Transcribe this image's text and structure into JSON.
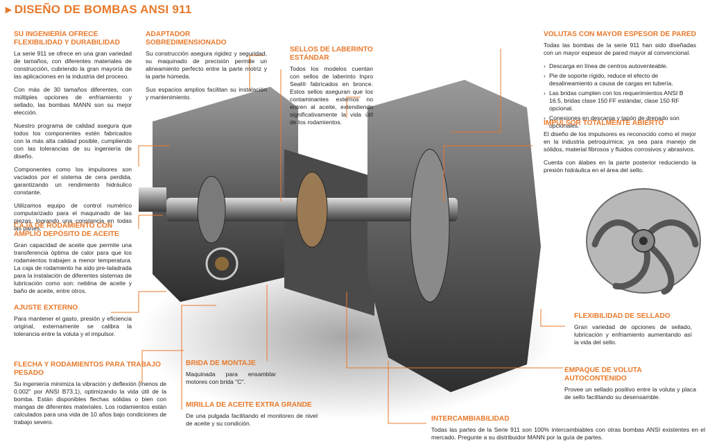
{
  "title": "DISEÑO DE BOMBAS ANSI 911",
  "colors": {
    "accent": "#e8792b",
    "text": "#222222",
    "pump_metal": "#6b6b6b"
  },
  "icons": {
    "title_marker": "chevron-right-icon"
  },
  "sections": {
    "ingenieria": {
      "head": "SU INGENIERÍA OFRECE FLEXIBILIDAD Y DURABILIDAD",
      "p1": "La serie 911 se ofrece en una gran variedad de tamaños, con diferentes materiales de construcción, cubriendo la gran mayoría de las aplicaciones en la industria del proceso.",
      "p2": "Con más de 30 tamaños diferentes, con múltiples opciones de enfriamiento y sellado, las bombas MANN son su mejor elección.",
      "p3": "Nuestro programa de calidad asegura que todos los componentes estén fabricados con la más alta calidad posible, cumpliendo con las tolerancias de su ingeniería de diseño.",
      "p4": "Componentes como los impulsores son vaciados por el sistema de cera perdida, garantizando un rendimiento hidráulico constante.",
      "p5": "Utilizamos equipo de control numérico computarizado para el maquinado de las piezas, logrando una constancia en todas las partes."
    },
    "caja": {
      "head": "CAJA DE RODAMIENTO CON AMPLIO DEPÓSITO DE ACEITE",
      "p1": "Gran capacidad de aceite que permite una transferencia óptima de calor para que los rodamientos trabajen a menor temperatura. La caja de rodamiento ha sido pre-taladrada para la instalación de diferentes sistemas de lubricación como son: neblina de aceite y baño de aceite, entre otros."
    },
    "ajuste": {
      "head": "AJUSTE EXTERNO",
      "p1": "Para mantener el gasto, presión y eficiencia original, externamente se calibra la tolerancia entre la voluta y el impulsor."
    },
    "flecha": {
      "head": "FLECHA Y RODAMIENTOS PARA TRABAJO PESADO",
      "p1": "Su ingeniería minimiza la vibración y deflexión (menos de 0.002\" por ANSI B73.1), optimizando la vida útil de la bomba. Están disponibles flechas sólidas o bien con mangas de diferentes materiales. Los rodamientos están calculados para una vida de 10 años bajo condiciones de trabajo severo."
    },
    "adaptador": {
      "head": "ADAPTADOR SOBREDIMENSIONADO",
      "p1": "Su construcción asegura rigidez y seguridad, su maquinado de precisión permite un alineamiento perfecto entre la parte motriz y la parte húmeda.",
      "p2": "Sus espacios amplios facilitan su instalación y mantenimiento."
    },
    "sellos": {
      "head": "SELLOS DE LABERINTO ESTÁNDAR",
      "p1": "Todos los modelos cuentan con sellos de laberinto Inpro Seal® fabricados en bronce. Estos sellos aseguran que los contaminantes externos no entren al aceite, extendiendo significativamente la vida útil de los rodamientos."
    },
    "voluta": {
      "head": "VOLUTAS CON MAYOR ESPESOR DE PARED",
      "p1": "Todas las bombas de la serie 911 han sido diseñadas con un mayor espesor de pared mayor al convencional.",
      "bullets": [
        "Descarga en línea de centros autoventeable.",
        "Pie de soporte rígido, reduce el efecto de desalineamiento a causa de cargas en tubería.",
        "Las bridas cumplen con los requerimientos ANSI B 16.5, bridas clase 150 FF estándar, clase 150 RF opcional.",
        "Conexiones en descarga y tapón de drenado son opcionales."
      ]
    },
    "impulsor": {
      "head": "IMPULSOR TOTALMENTE ABIERTO",
      "p1": "El diseño de los impulsores es reconocido como el mejor en la industria petroquímica; ya sea para manejo de sólidos, material fibrosos y fluidos corrosivos y abrasivos.",
      "p2": "Cuenta con álabes en la parte posterior reduciendo la presión hidráulica en el área del sello."
    },
    "flexibilidad": {
      "head": "FLEXIBILIDAD DE SELLADO",
      "p1": "Gran variedad de opciones de sellado, lubricación y enfriamiento aumentando así la vida del sello."
    },
    "empaque": {
      "head": "EMPAQUE DE VOLUTA AUTOCONTENIDO",
      "p1": "Provee un sellado positivo entre la voluta y placa de sello facilitando su desensamble."
    },
    "brida": {
      "head": "BRIDA DE MONTAJE",
      "p1": "Maquinada para ensamblar motores con brida \"C\"."
    },
    "mirilla": {
      "head": "MIRILLA DE ACEITE EXTRA GRANDE",
      "p1": "De una pulgada facilitando el monitoreo de nivel de aceite y su condición."
    },
    "intercambiabilidad": {
      "head": "INTERCAMBIABILIDAD",
      "p1": "Todas las partes de la Serie 911 son 100% intercambiables con otras bombas ANSI existentes en el mercado. Pregunte a su distribuidor MANN por la guía de partes."
    }
  }
}
